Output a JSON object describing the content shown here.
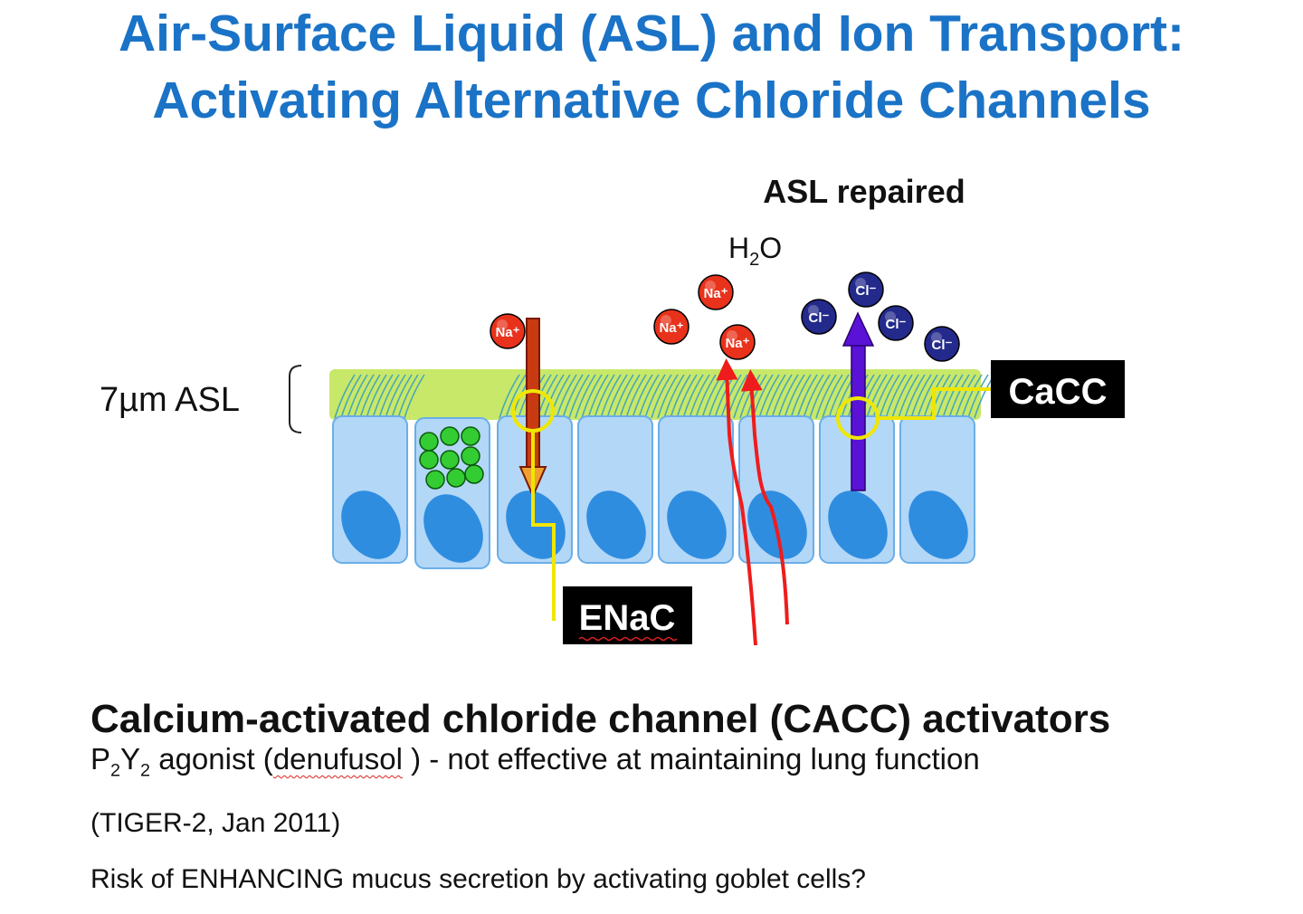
{
  "title": {
    "line1": "Air-Surface Liquid (ASL) and Ion Transport:",
    "line2": "Activating Alternative Chloride Channels"
  },
  "diagram": {
    "asl_repaired": "ASL repaired",
    "water": {
      "main": "H",
      "sub": "2",
      "tail": "O"
    },
    "asl_height_label": "7µm ASL",
    "enac_label": "ENaC",
    "cacc_label": "CaCC",
    "na_ion": "Na⁺",
    "cl_ion": "Cl⁻",
    "colors": {
      "title_blue": "#1a73c6",
      "asl_green": "#c8e86a",
      "cilia_teal": "#4aa6b5",
      "cell_fill": "#b3d7f7",
      "cell_border": "#6aaee8",
      "nucleus": "#2f8de0",
      "mucus_green": "#33cc33",
      "na_red": "#e8321b",
      "cl_navy": "#232a8c",
      "arrow_red": "#ee1c1c",
      "arrow_purple": "#5a12d6",
      "marker_yellow": "#f0e600"
    }
  },
  "text": {
    "heading": "Calcium-activated chloride channel (CACC) activators",
    "line1": {
      "p": "P",
      "p_sub": "2",
      "y": "Y",
      "y_sub": "2",
      "before": " agonist  (",
      "drug": "denufusol",
      "after": " ) - not effective at maintaining lung function"
    },
    "line2": "(TIGER-2, Jan 2011)",
    "line3": "Risk of ENHANCING mucus secretion by activating goblet cells?"
  }
}
